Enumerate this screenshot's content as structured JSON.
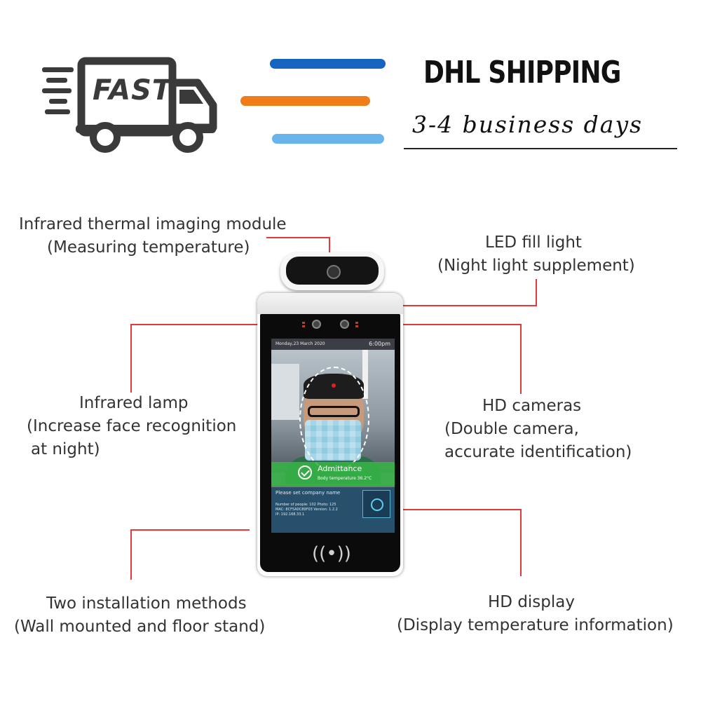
{
  "header": {
    "truck_text": "FAST",
    "shipping_title": "DHL SHIPPING",
    "delivery_time": "3-4 business days",
    "colors": {
      "bar_blue": "#1565c0",
      "bar_orange": "#ef7d1a",
      "bar_light_blue": "#6ab4ec",
      "leader_red": "#e23a3a"
    }
  },
  "labels": {
    "thermal": {
      "line1": "Infrared thermal imaging module",
      "line2": "(Measuring temperature)"
    },
    "led": {
      "line1": "LED fill light",
      "line2": "(Night light supplement)"
    },
    "ir_lamp": {
      "line1": "Infrared lamp",
      "line2": "(Increase face recognition",
      "line3": "at night)"
    },
    "hd_cameras": {
      "line1": "HD cameras",
      "line2": "(Double camera,",
      "line3": "accurate identification)"
    },
    "install": {
      "line1": "Two installation methods",
      "line2": "(Wall mounted and floor stand)"
    },
    "hd_display": {
      "line1": "HD display",
      "line2": "(Display temperature information)"
    }
  },
  "device_screen": {
    "date": "Monday,23 March 2020",
    "time": "6:00pm",
    "status": "Admittance",
    "temperature": "Body temperature 36.2°C",
    "company_prompt": "Please set company name",
    "details_line1": "Number of people: 102     Photo: 125",
    "details_line2": "MAC: 8CF5A0C89F03     Version: 1.2.2",
    "details_line3": "IP: 192.168.33.1"
  }
}
